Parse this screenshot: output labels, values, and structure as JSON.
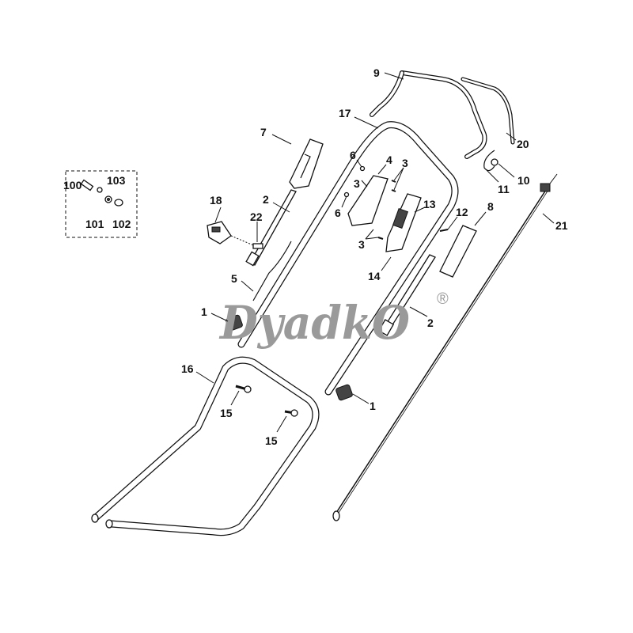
{
  "watermark": {
    "text": "DyadkO",
    "registered": "®"
  },
  "labels": [
    "9",
    "17",
    "20",
    "7",
    "6",
    "4",
    "3",
    "3",
    "10",
    "11",
    "100",
    "103",
    "101",
    "102",
    "18",
    "2",
    "22",
    "6",
    "13",
    "12",
    "8",
    "21",
    "3",
    "14",
    "5",
    "1",
    "2",
    "16",
    "15",
    "1",
    "15"
  ]
}
